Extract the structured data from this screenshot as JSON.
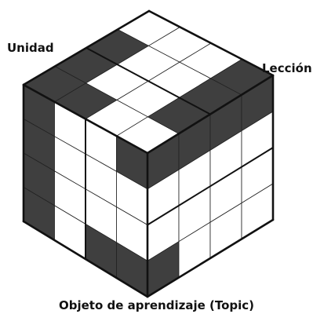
{
  "labels": {
    "unidad": "Unidad",
    "leccion": "Lección",
    "objeto": "Objeto de aprendizaje (Topic)"
  },
  "colors": {
    "filled": "#3f3f3f",
    "empty": "#ffffff",
    "edge": "#111111"
  },
  "grid_size": 4,
  "faces": {
    "top": [
      [
        1,
        1,
        1,
        0
      ],
      [
        1,
        0,
        0,
        0
      ],
      [
        0,
        0,
        0,
        0
      ],
      [
        0,
        1,
        1,
        1
      ]
    ],
    "left": [
      [
        1,
        0,
        0,
        1
      ],
      [
        1,
        0,
        0,
        0
      ],
      [
        1,
        0,
        0,
        0
      ],
      [
        1,
        0,
        1,
        1
      ]
    ],
    "right": [
      [
        1,
        1,
        1,
        1
      ],
      [
        0,
        0,
        0,
        0
      ],
      [
        0,
        0,
        0,
        0
      ],
      [
        1,
        0,
        0,
        0
      ]
    ]
  }
}
